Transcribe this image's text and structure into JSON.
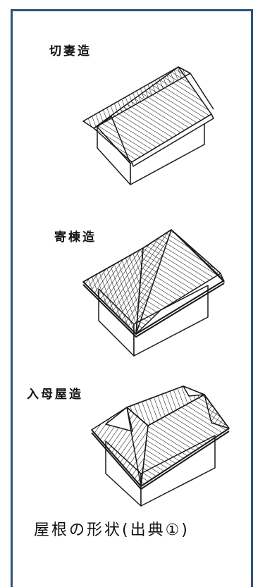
{
  "labels": {
    "gable": "切妻造",
    "hip": "寄棟造",
    "irimoya": "入母屋造"
  },
  "caption": "屋根の形状(出典①)",
  "colors": {
    "frame": "#2d5278",
    "line": "#1a1a1a"
  }
}
